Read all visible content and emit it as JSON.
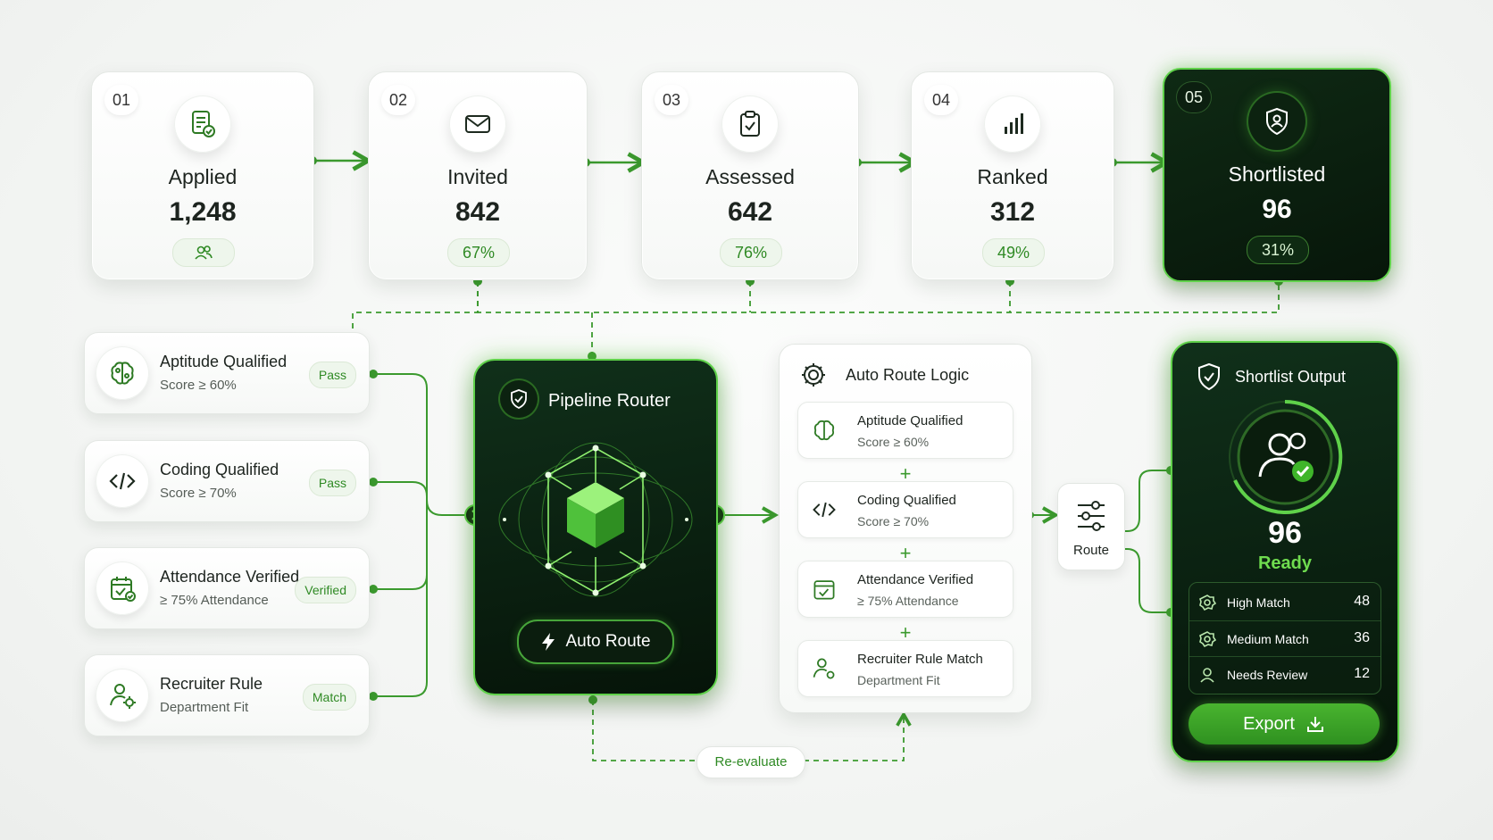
{
  "stages": [
    {
      "num": "01",
      "title": "Applied",
      "value": "1,248",
      "icon": "document-check-icon",
      "pill": ""
    },
    {
      "num": "02",
      "title": "Invited",
      "value": "842",
      "icon": "envelope-icon",
      "pill": "67%"
    },
    {
      "num": "03",
      "title": "Assessed",
      "value": "642",
      "icon": "clipboard-check-icon",
      "pill": "76%"
    },
    {
      "num": "04",
      "title": "Ranked",
      "value": "312",
      "icon": "bar-chart-icon",
      "pill": "49%"
    },
    {
      "num": "05",
      "title": "Shortlisted",
      "value": "96",
      "icon": "shield-user-icon",
      "pill": "31%"
    }
  ],
  "criteria": [
    {
      "title": "Aptitude Qualified",
      "sub": "Score ≥ 60%",
      "badge": "Pass",
      "icon": "brain-icon"
    },
    {
      "title": "Coding Qualified",
      "sub": "Score ≥ 70%",
      "badge": "Pass",
      "icon": "code-icon"
    },
    {
      "title": "Attendance Verified",
      "sub": "≥ 75% Attendance",
      "badge": "Verified",
      "icon": "calendar-check-icon"
    },
    {
      "title": "Recruiter Rule",
      "sub": "Department Fit",
      "badge": "Match",
      "icon": "user-gear-icon"
    }
  ],
  "router": {
    "title": "Pipeline Router",
    "button": "Auto Route"
  },
  "logic": {
    "title": "Auto Route Logic",
    "items": [
      {
        "title": "Aptitude Qualified",
        "sub": "Score ≥ 60%"
      },
      {
        "title": "Coding Qualified",
        "sub": "Score ≥ 70%"
      },
      {
        "title": "Attendance Verified",
        "sub": "≥ 75% Attendance"
      },
      {
        "title": "Recruiter Rule Match",
        "sub": "Department Fit"
      }
    ],
    "plus": "+"
  },
  "route": {
    "label": "Route"
  },
  "output": {
    "title": "Shortlist Output",
    "count": "96",
    "status": "Ready",
    "rows": [
      {
        "name": "High Match",
        "value": "48"
      },
      {
        "name": "Medium Match",
        "value": "36"
      },
      {
        "name": "Needs Review",
        "value": "12"
      }
    ],
    "export": "Export"
  },
  "reevaluate": "Re-evaluate",
  "colors": {
    "accent": "#3b9a2e",
    "glow": "#5fd14a",
    "dark": "#07160a"
  }
}
